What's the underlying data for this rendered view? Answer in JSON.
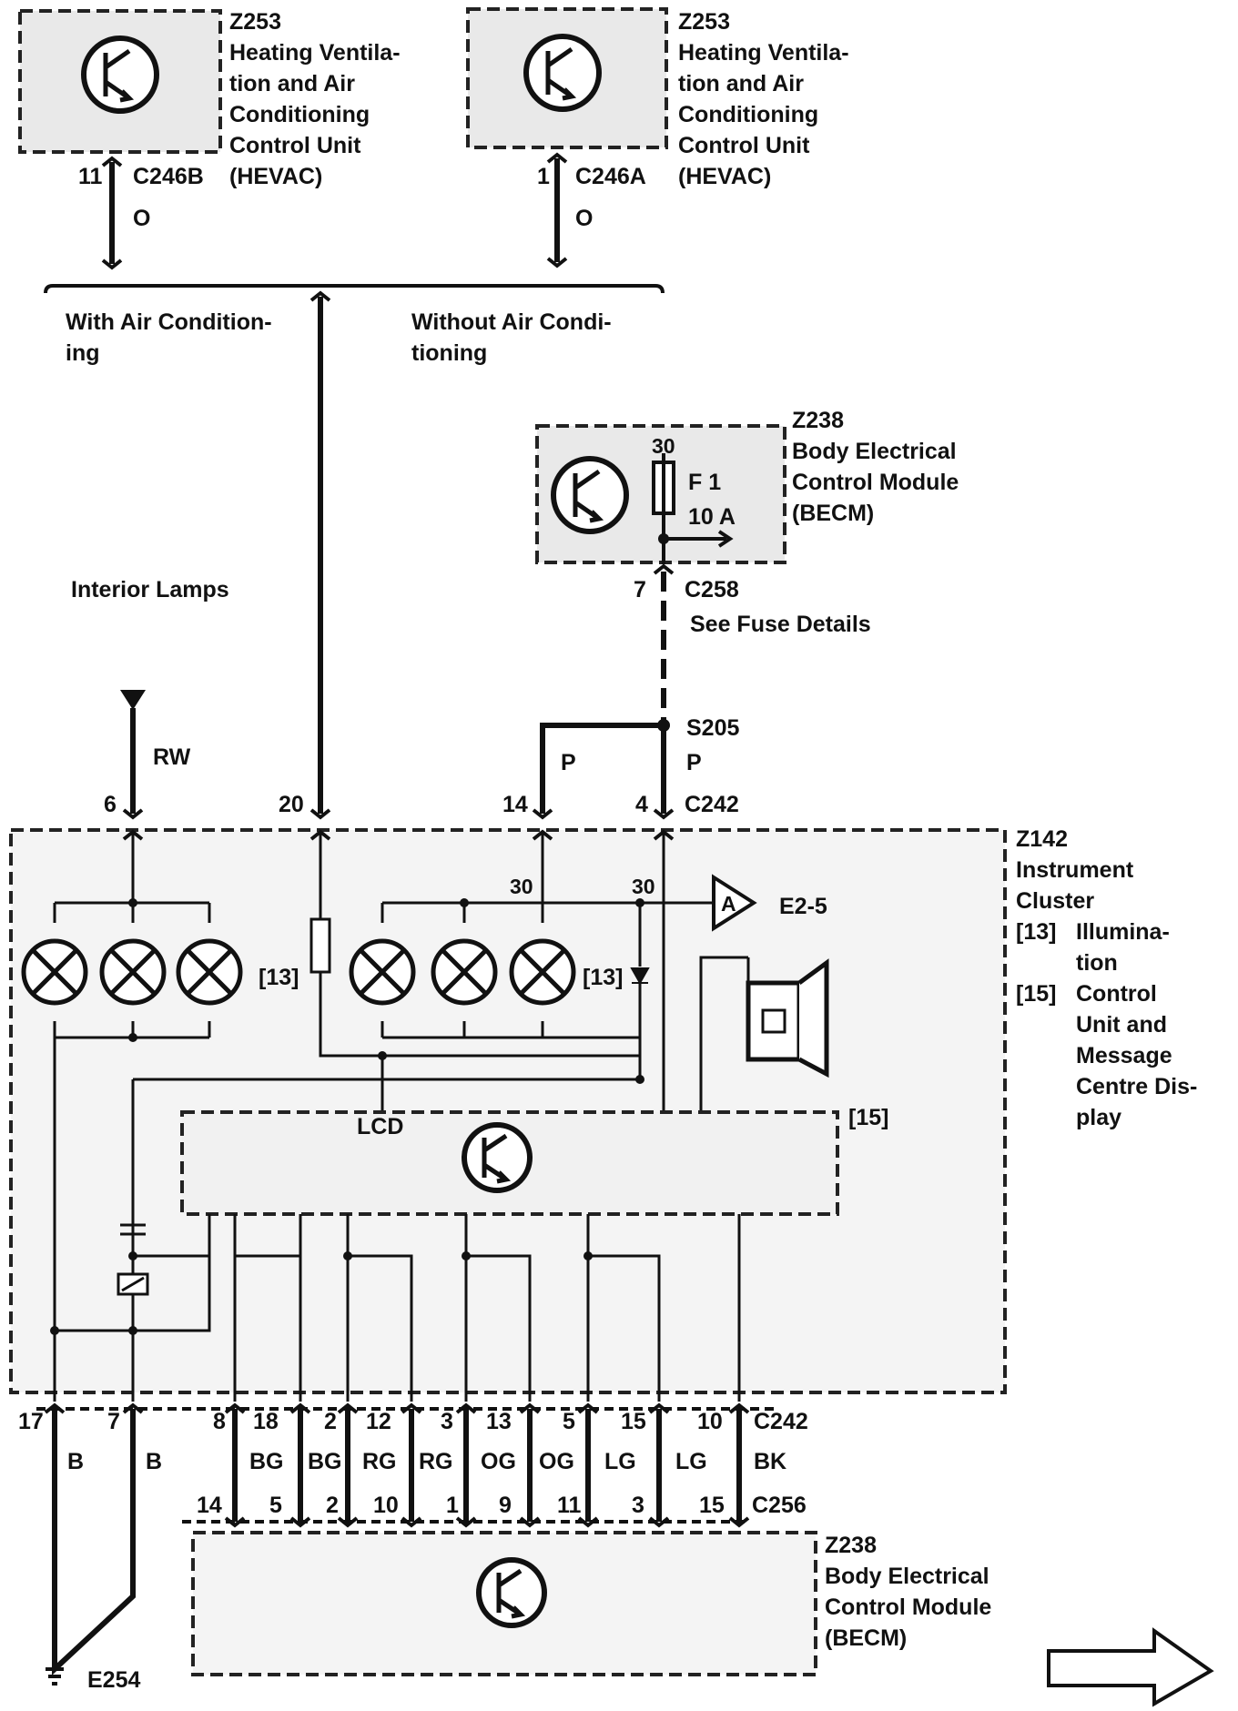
{
  "hevac_b": {
    "code": "Z253",
    "name_lines": [
      "Heating Ventila-",
      "tion and Air",
      "Conditioning",
      "Control Unit",
      "(HEVAC)"
    ],
    "pin": "11",
    "connector": "C246B",
    "wire": "O"
  },
  "hevac_a": {
    "code": "Z253",
    "name_lines": [
      "Heating Ventila-",
      "tion and Air",
      "Conditioning",
      "Control Unit",
      "(HEVAC)"
    ],
    "pin": "1",
    "connector": "C246A",
    "wire": "O"
  },
  "options": {
    "with_ac": [
      "With Air Condition-",
      "ing"
    ],
    "without_ac": [
      "Without Air Condi-",
      "tioning"
    ]
  },
  "interior_lamps": "Interior Lamps",
  "becm_top": {
    "code": "Z238",
    "name_lines": [
      "Body Electrical",
      "Control Module",
      "(BECM)"
    ],
    "fuse_pin": "30",
    "fuse_name": "F 1",
    "fuse_rating": "10 A",
    "pin": "7",
    "connector": "C258",
    "note": "See Fuse Details"
  },
  "splice": {
    "name": "S205",
    "wire_left": "P",
    "wire_right": "P"
  },
  "rw_wire": "RW",
  "c242_top": {
    "pins": [
      "6",
      "20",
      "14",
      "4"
    ],
    "connector": "C242"
  },
  "cluster": {
    "code": "Z142",
    "name_lines": [
      "Instrument",
      "Cluster"
    ],
    "legend": [
      {
        "ref": "[13]",
        "lines": [
          "Illumina-",
          "tion"
        ]
      },
      {
        "ref": "[15]",
        "lines": [
          "Control",
          "Unit and",
          "Message",
          "Centre Dis-",
          "play"
        ]
      }
    ],
    "lamp_ref": "[13]",
    "unit_ref": "[15]",
    "lcd": "LCD",
    "pin30_a": "30",
    "pin30_b": "30",
    "offpage": {
      "letter": "A",
      "ref": "E2-5"
    }
  },
  "bottom_pins": {
    "c242": [
      "17",
      "7",
      "8",
      "18",
      "2",
      "12",
      "3",
      "13",
      "5",
      "15",
      "10"
    ],
    "connector_c242": "C242",
    "colors": [
      "B",
      "B",
      "BG",
      "BG",
      "RG",
      "RG",
      "OG",
      "OG",
      "LG",
      "LG",
      "BK"
    ],
    "c256": [
      "14",
      "5",
      "2",
      "10",
      "1",
      "9",
      "11",
      "3",
      "15"
    ],
    "connector_c256": "C256"
  },
  "becm_bottom": {
    "code": "Z238",
    "name_lines": [
      "Body Electrical",
      "Control Module",
      "(BECM)"
    ]
  },
  "ground": "E254"
}
